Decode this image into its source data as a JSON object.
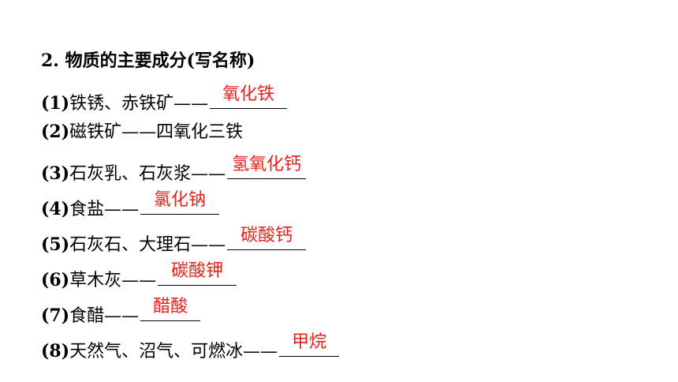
{
  "heading": "2. 物质的主要成分(写名称)",
  "items": [
    {
      "num": "(1)",
      "text": "铁锈、赤铁矿——",
      "answer": "氧化铁"
    },
    {
      "num": "(2)",
      "text": "磁铁矿——四氧化三铁",
      "answer": ""
    },
    {
      "num": "(3)",
      "text": "石灰乳、石灰浆——",
      "answer": "氢氧化钙"
    },
    {
      "num": "(4)",
      "text": "食盐——",
      "answer": "氯化钠"
    },
    {
      "num": "(5)",
      "text": "石灰石、大理石——",
      "answer": "碳酸钙"
    },
    {
      "num": "(6)",
      "text": "草木灰——",
      "answer": "碳酸钾"
    },
    {
      "num": "(7)",
      "text": "食醋——",
      "answer": "醋酸"
    },
    {
      "num": "(8)",
      "text": "天然气、沼气、可燃冰——",
      "answer": "甲烷"
    }
  ],
  "colors": {
    "answer": "#e8201a",
    "text": "#000000",
    "background": "#ffffff"
  }
}
